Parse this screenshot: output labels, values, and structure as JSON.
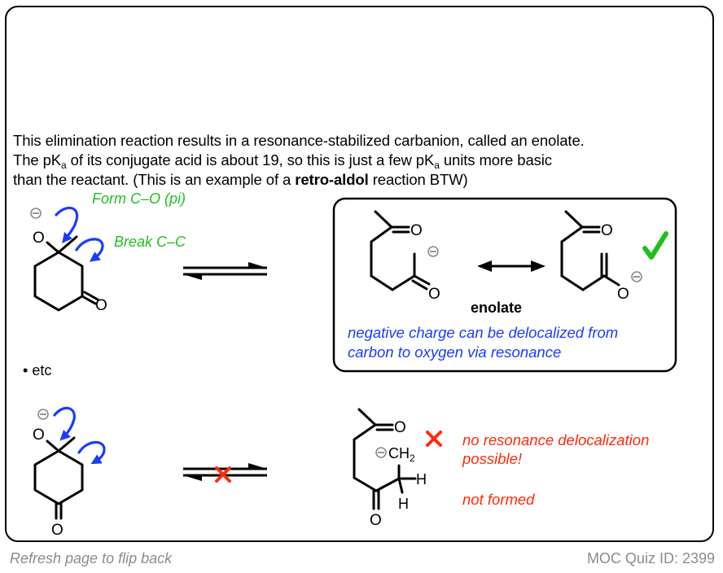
{
  "explanation": {
    "line1": "This elimination reaction results in a resonance-stabilized carbanion, called an enolate.",
    "line2_a": "The pK",
    "line2_sub1": "a",
    "line2_b": " of its conjugate acid is about 19, so this is just a few pK",
    "line2_sub2": "a",
    "line2_c": " units more basic",
    "line3_a": "than the reactant. (This is an example of a ",
    "line3_bold": "retro-aldol",
    "line3_b": " reaction BTW)"
  },
  "reaction1": {
    "label_form": "Form C–O (pi)",
    "label_break": "Break C–C",
    "reactant_atoms": {
      "oxide": "O",
      "ketone": "O"
    },
    "product_box": {
      "structure1_atoms": {
        "ketone": "O",
        "ketone2": "O"
      },
      "structure2_atoms": {
        "ketone": "O",
        "enolate_o": "O"
      },
      "resonance_label": "enolate",
      "note_line1": "negative charge can be delocalized from",
      "note_line2": "carbon to oxygen via resonance",
      "check_icon": "checkmark-icon"
    }
  },
  "bullet": {
    "symbol": "•",
    "text": "etc"
  },
  "reaction2": {
    "reactant_atoms": {
      "oxide": "O",
      "ketone": "O"
    },
    "product_atoms": {
      "ketone_top": "O",
      "ch2": "CH",
      "ch2_sub": "2",
      "h1": "H",
      "h2": "H",
      "ketone_bottom": "O"
    },
    "note_line1": "no resonance delocalization",
    "note_line2": "possible!",
    "note_line3": "not formed",
    "cross_icon": "cross-icon"
  },
  "footer": {
    "left": "Refresh page to flip back",
    "right": "MOC Quiz ID: 2399"
  },
  "colors": {
    "green": "#1fbf1f",
    "blue": "#1a3cff",
    "red": "#ff2a0a",
    "grey": "#8c8c8c"
  }
}
